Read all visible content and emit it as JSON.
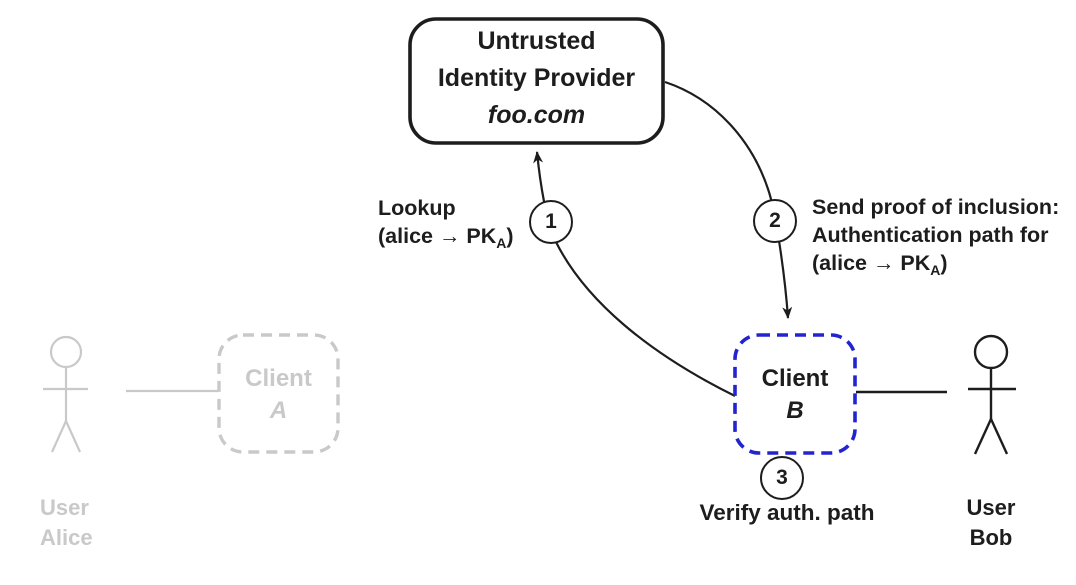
{
  "colors": {
    "ink": "#1d1d1d",
    "muted_gray": "#c9c9c9",
    "accent_blue": "#2323cf"
  },
  "idp": {
    "line1": "Untrusted",
    "line2": "Identity Provider",
    "domain": "foo.com"
  },
  "clients": {
    "a": {
      "label": "Client",
      "name": "A"
    },
    "b": {
      "label": "Client",
      "name": "B"
    }
  },
  "users": {
    "alice": {
      "line1": "User",
      "line2": "Alice"
    },
    "bob": {
      "line1": "User",
      "line2": "Bob"
    }
  },
  "steps": {
    "s1": {
      "number": "1",
      "line1": "Lookup",
      "pk_open": "(alice → PK",
      "pk_sub": "A",
      "pk_close": ")"
    },
    "s2": {
      "number": "2",
      "line1": "Send proof of inclusion:",
      "line2": "Authentication path for",
      "pk_open": "(alice → PK",
      "pk_sub": "A",
      "pk_close": ")"
    },
    "s3": {
      "number": "3",
      "label": "Verify auth. path"
    }
  }
}
